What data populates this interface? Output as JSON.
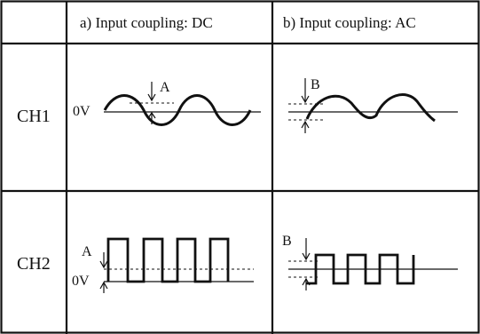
{
  "table": {
    "col_a_header": "a) Input coupling: DC",
    "col_b_header": "b) Input coupling: AC",
    "row1_label": "CH1",
    "row2_label": "CH2"
  },
  "cells": {
    "ch1_dc": {
      "zero_label": "0V",
      "marker_label": "A"
    },
    "ch1_ac": {
      "marker_label": "B"
    },
    "ch2_dc": {
      "zero_label": "0V",
      "marker_label": "A"
    },
    "ch2_ac": {
      "marker_label": "B"
    }
  }
}
